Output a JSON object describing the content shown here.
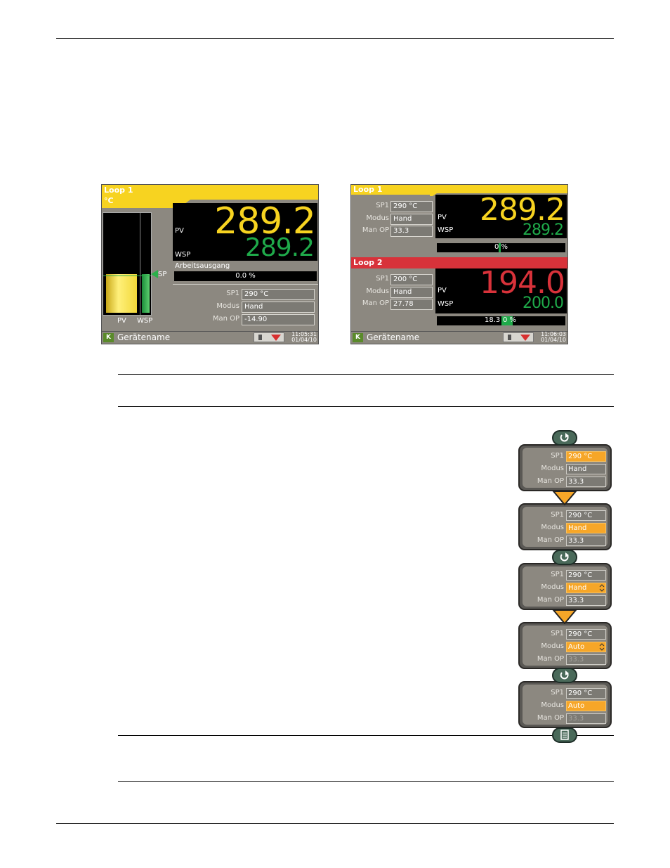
{
  "screen1": {
    "title": "Loop 1",
    "unit": "°C",
    "pv_label": "PV",
    "pv_value": "289.2",
    "wsp_label": "WSP",
    "wsp_value": "289.2",
    "sp_marker": "SP",
    "bar_pv_label": "PV",
    "bar_wsp_label": "WSP",
    "bar_pv_level": 0.35,
    "bar_wsp_level": 0.35,
    "output_title": "Arbeitsausgang",
    "output_value": "0.0 %",
    "fields": [
      {
        "label": "SP1",
        "value": "290 °C"
      },
      {
        "label": "Modus",
        "value": "Hand"
      },
      {
        "label": "Man OP",
        "value": "-14.90"
      }
    ],
    "device_name": "Gerätename",
    "time": "11:05:31",
    "date": "01/04/10"
  },
  "screen2": {
    "loop1": {
      "title": "Loop 1",
      "fields": [
        {
          "label": "SP1",
          "value": "290 °C"
        },
        {
          "label": "Modus",
          "value": "Hand"
        },
        {
          "label": "Man OP",
          "value": "33.3"
        }
      ],
      "pv_label": "PV",
      "pv_value": "289.2",
      "wsp_label": "WSP",
      "wsp_value": "289.2",
      "output_value": "0 %",
      "output_level": 0.0
    },
    "loop2": {
      "title": "Loop 2",
      "fields": [
        {
          "label": "SP1",
          "value": "200 °C"
        },
        {
          "label": "Modus",
          "value": "Hand"
        },
        {
          "label": "Man OP",
          "value": "27.78"
        }
      ],
      "pv_label": "PV",
      "pv_value": "194.0",
      "wsp_label": "WSP",
      "wsp_value": "200.0",
      "output_value_a": "18.3",
      "output_value_b": "0 %",
      "output_level": 0.18
    },
    "device_name": "Gerätename",
    "time": "11:06:03",
    "date": "01/04/10"
  },
  "stepper": {
    "labels": [
      "SP1",
      "Modus",
      "Man OP"
    ],
    "panels": [
      {
        "values": [
          "290 °C",
          "Hand",
          "33.3"
        ],
        "highlight": 0,
        "arrows": false,
        "dim_op": false
      },
      {
        "values": [
          "290 °C",
          "Hand",
          "33.3"
        ],
        "highlight": 1,
        "arrows": false,
        "dim_op": false
      },
      {
        "values": [
          "290 °C",
          "Hand",
          "33.3"
        ],
        "highlight": 1,
        "arrows": true,
        "dim_op": false
      },
      {
        "values": [
          "290 °C",
          "Auto",
          "33.3"
        ],
        "highlight": 1,
        "arrows": true,
        "dim_op": true
      },
      {
        "values": [
          "290 °C",
          "Auto",
          "33.3"
        ],
        "highlight": 1,
        "arrows": false,
        "dim_op": true
      }
    ]
  }
}
